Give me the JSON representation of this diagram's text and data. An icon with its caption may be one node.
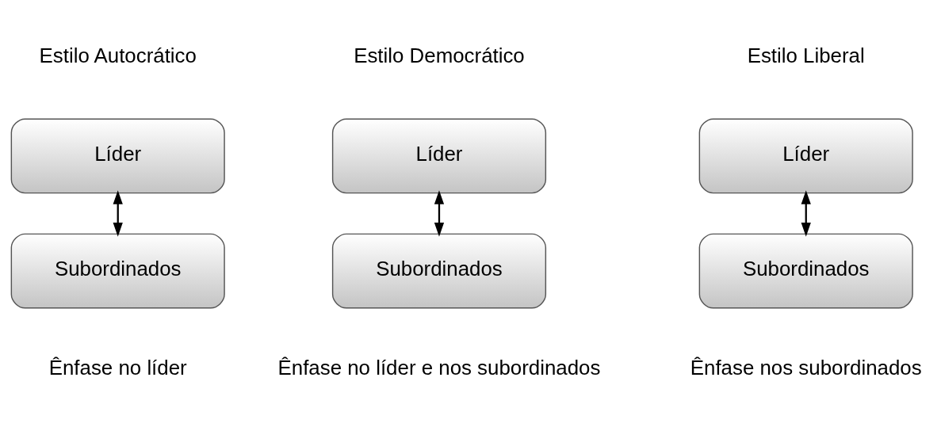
{
  "diagram": {
    "nodes": [
      {
        "text": [
          "Líder"
        ]
      },
      {
        "text": [
          "Subordinados"
        ]
      },
      {
        "text": [
          "Líder"
        ]
      },
      {
        "text": [
          "Subordinados"
        ]
      },
      {
        "text": [
          "Líder"
        ]
      },
      {
        "text": [
          "Subordinados"
        ]
      }
    ],
    "edges": [
      {
        "from": 0,
        "to": 1,
        "arrow": "both"
      },
      {
        "from": 2,
        "to": 3,
        "arrow": "both"
      },
      {
        "from": 4,
        "to": 5,
        "arrow": "both"
      }
    ],
    "labels": [
      "Estilo Autocrático",
      "Estilo Democrático",
      "Estilo Liberal",
      "Ênfase no líder",
      "Ênfase no líder e nos subordinados",
      "Ênfase nos subordinados"
    ]
  }
}
